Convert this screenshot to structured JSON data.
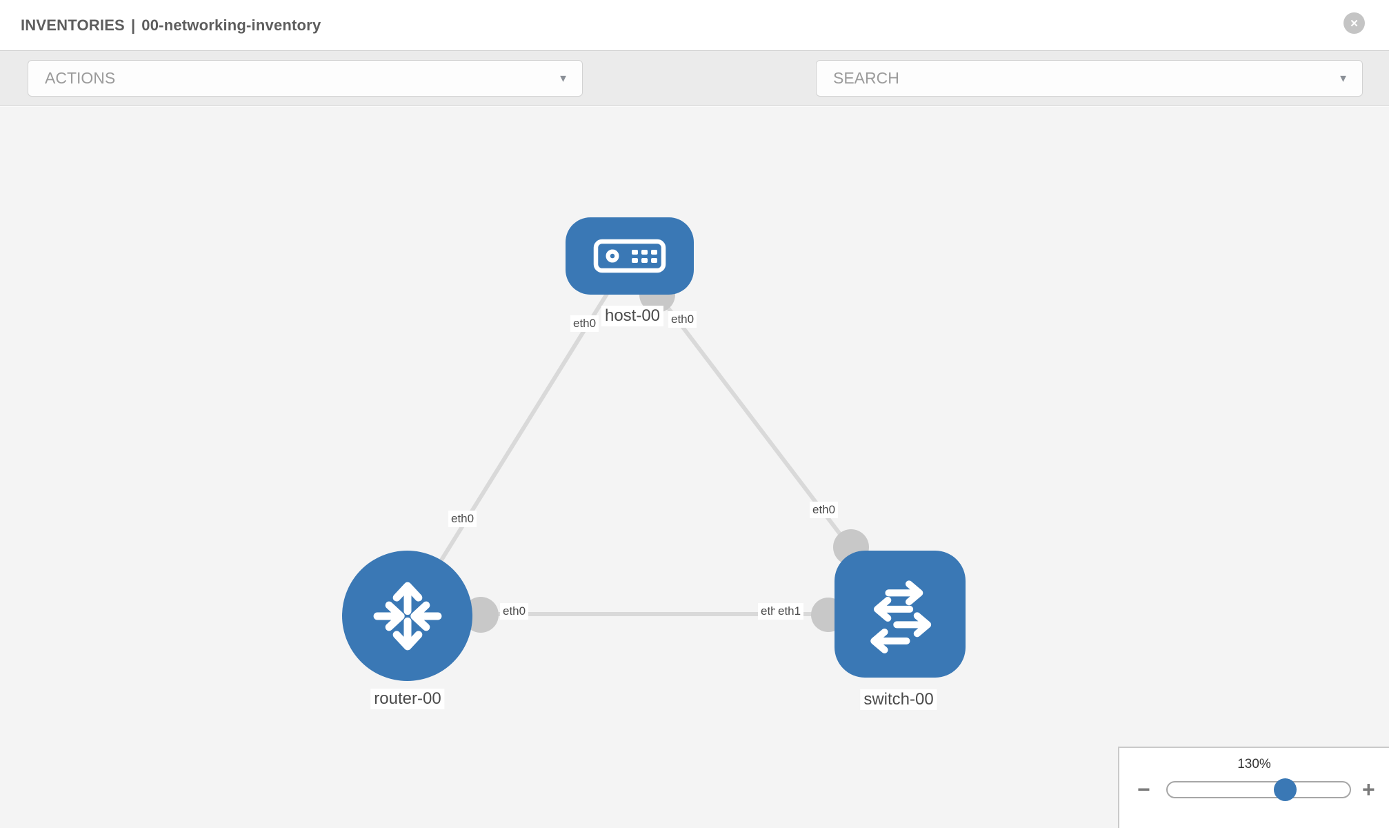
{
  "header": {
    "breadcrumb": "INVENTORIES",
    "separator": "|",
    "inventory_name": "00-networking-inventory"
  },
  "toolbar": {
    "actions_label": "ACTIONS",
    "search_placeholder": "SEARCH"
  },
  "icons": {
    "close": "✕",
    "caret": "▼",
    "minus": "−",
    "plus": "+",
    "wrench": "wrench-icon",
    "key": "key-icon"
  },
  "graph": {
    "nodes": [
      {
        "id": "host-00",
        "label": "host-00",
        "type": "host"
      },
      {
        "id": "router-00",
        "label": "router-00",
        "type": "router"
      },
      {
        "id": "switch-00",
        "label": "switch-00",
        "type": "switch"
      }
    ],
    "links": [
      {
        "from": "host-00",
        "to": "router-00",
        "from_if": "eth0",
        "to_if": "eth0"
      },
      {
        "from": "host-00",
        "to": "switch-00",
        "from_if": "eth0",
        "to_if": "eth0"
      },
      {
        "from": "router-00",
        "to": "switch-00",
        "from_if": "eth0",
        "to_if": "eth1",
        "to_if_overlap": "eth0"
      }
    ]
  },
  "zoom_control": {
    "level": "130%",
    "percent": 65
  },
  "colors": {
    "node_blue": "#3a78b5",
    "link_gray": "#d9d9d9",
    "port_gray": "#c8c8c8",
    "canvas_bg": "#f4f4f4",
    "toolbar_bg": "#ebebeb",
    "placeholder_gray": "#9b9b9b",
    "title_gray": "#5d5d5d"
  }
}
